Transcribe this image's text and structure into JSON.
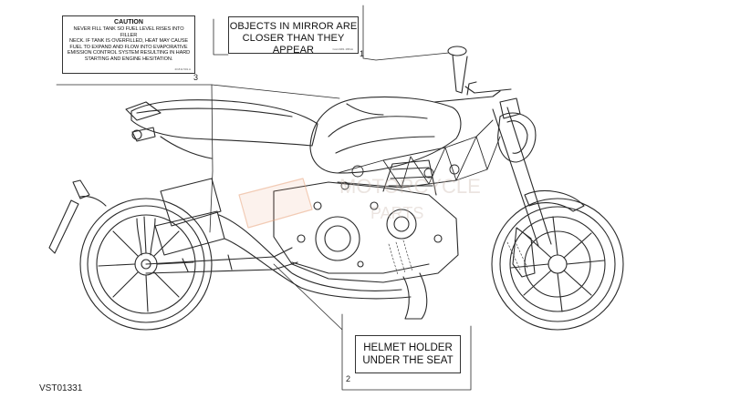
{
  "caution_label": {
    "title": "CAUTION",
    "lines": [
      "NEVER FILL TANK SO FUEL LEVEL RISES INTO FILLER",
      "NECK. IF TANK IS OVERFILLED, HEAT MAY CAUSE",
      "FUEL TO EXPAND AND FLOW INTO EVAPORATIVE",
      "EMISSION CONTROL SYSTEM RESULTING IN HARD",
      "STARTING AND ENGINE HESITATION."
    ],
    "part_code": "43.811.501.A"
  },
  "mirror_label": {
    "lines": [
      "OBJECTS IN MIRROR ARE",
      "CLOSER THAN THEY APPEAR"
    ],
    "part_code": "Cod.4381.1651A"
  },
  "helmet_label": {
    "lines": [
      "HELMET HOLDER",
      "UNDER THE SEAT"
    ]
  },
  "callouts": {
    "mirror": "1",
    "helmet": "2",
    "caution": "3"
  },
  "drawing_code": "VST01331",
  "colors": {
    "line": "#2a2a2a",
    "watermark": "#e8a27a"
  },
  "watermark_icon": "motorcycle-parts-logo"
}
